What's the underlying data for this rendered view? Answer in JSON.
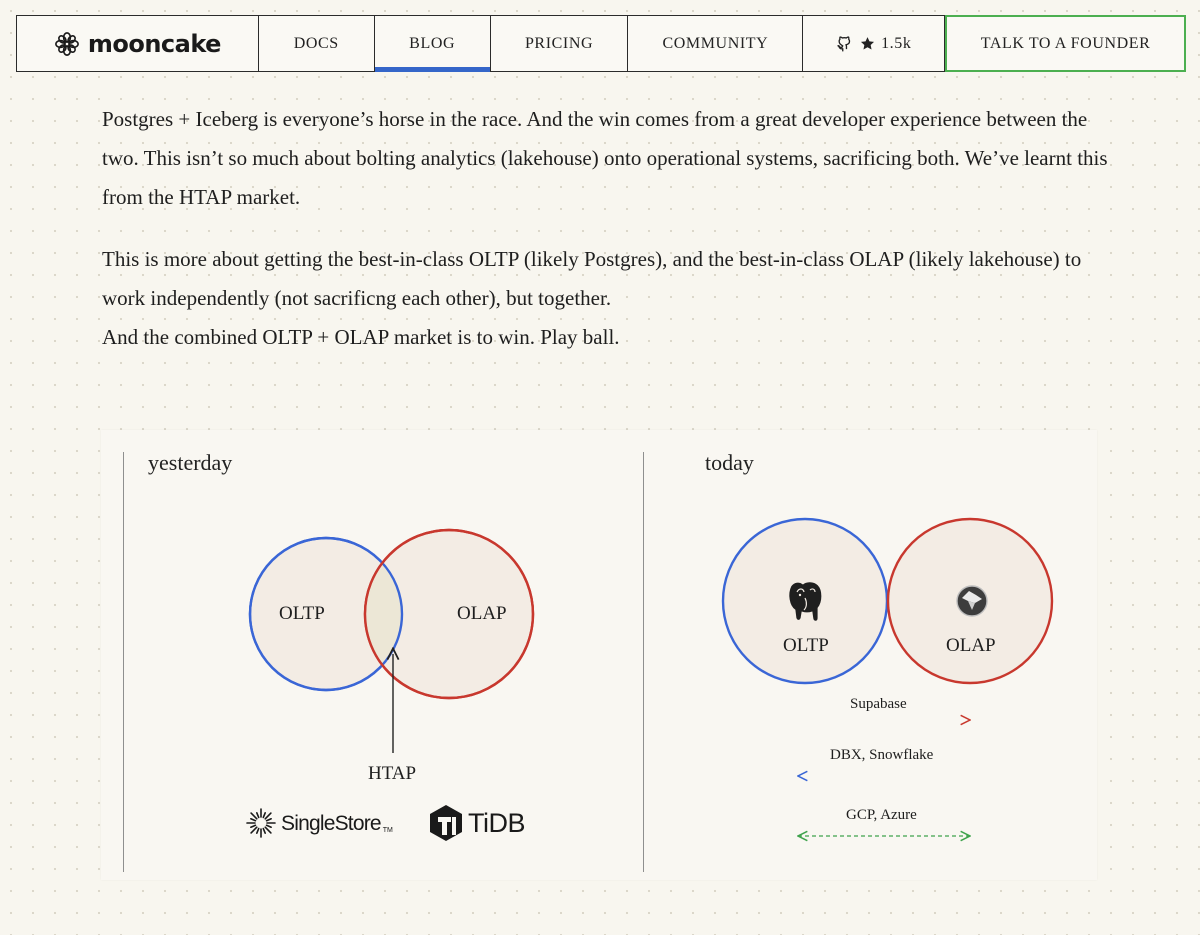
{
  "nav": {
    "logo_text": "mooncake",
    "items": [
      {
        "label": "DOCS"
      },
      {
        "label": "BLOG",
        "active": true
      },
      {
        "label": "PRICING"
      },
      {
        "label": "COMMUNITY"
      }
    ],
    "github_stars": "1.5k",
    "cta_label": "TALK TO A FOUNDER",
    "icons": {
      "logo": "mooncake-flower-icon",
      "github": "github-icon",
      "star": "star-icon"
    },
    "colors": {
      "active_underline": "#3566c9",
      "cta_border": "#4caf50"
    }
  },
  "article": {
    "paragraphs": [
      [
        "Postgres + Iceberg is everyone’s horse in the race. And the win comes from a great developer experience between the two. This isn’t so much about bolting analytics (lakehouse) onto operational systems, sacrificing both. We’ve learnt this from the HTAP market."
      ],
      [
        "This is more about getting the best-in-class OLTP (likely Postgres), and the best-in-class OLAP (likely lakehouse) to work independently (not sacrificng each other), but together.",
        "And the combined OLTP + OLAP market is to win. Play ball."
      ]
    ]
  },
  "diagram": {
    "yesterday": {
      "title": "yesterday",
      "left_label": "OLTP",
      "right_label": "OLAP",
      "overlap_label": "HTAP",
      "logos": [
        "SingleStore",
        "TM",
        "TiDB"
      ]
    },
    "today": {
      "title": "today",
      "left_label": "OLTP",
      "right_label": "OLAP",
      "left_icon": "postgres-elephant-icon",
      "right_icon": "iceberg-icon",
      "arrows": [
        {
          "label": "Supabase",
          "direction": "right"
        },
        {
          "label": "DBX, Snowflake",
          "direction": "left"
        },
        {
          "label": "GCP, Azure",
          "direction": "both"
        }
      ]
    },
    "colors": {
      "oltp": "#3a66d6",
      "olap": "#c8382e",
      "both": "#3fa34d",
      "fill": "#f3ece4"
    }
  }
}
